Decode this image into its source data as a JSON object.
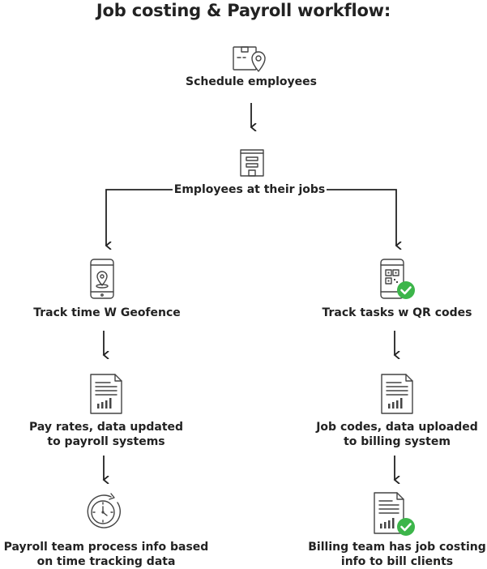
{
  "title": "Job costing & Payroll workflow:",
  "nodes": {
    "schedule": "Schedule employees",
    "at_jobs": "Employees at their jobs",
    "track_geofence": "Track time W Geofence",
    "track_qr": "Track tasks w QR codes",
    "pay_rates": [
      "Pay rates, data updated",
      "to payroll systems"
    ],
    "job_codes": [
      "Job codes, data uploaded",
      "to billing system"
    ],
    "payroll_team": [
      "Payroll team process info based",
      "on time tracking data"
    ],
    "billing_team": [
      "Billing team has job costing",
      "info to bill clients"
    ]
  },
  "colors": {
    "text": "#222222",
    "icon_stroke": "#444444",
    "check_green": "#3cb54a"
  },
  "icons": [
    "map-pin-card-icon",
    "building-icon",
    "phone-location-icon",
    "phone-qr-icon",
    "report-chart-icon",
    "report-chart-icon",
    "stopwatch-icon",
    "report-chart-check-icon"
  ]
}
